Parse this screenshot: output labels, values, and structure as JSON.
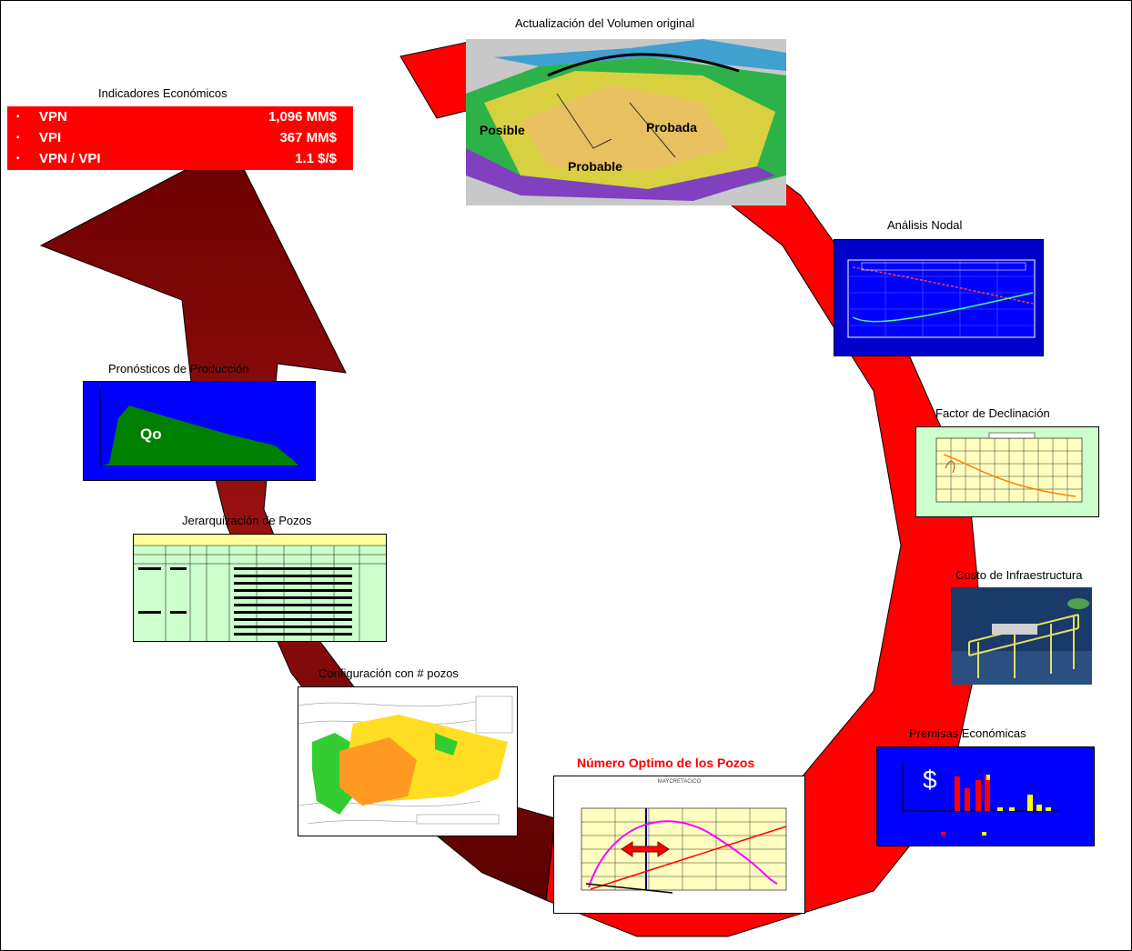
{
  "captions": {
    "volumen": "Actualización del Volumen original",
    "indicadores": "Indicadores Económicos",
    "nodal": "Análisis Nodal",
    "declinacion": "Factor de Declinación",
    "costo": "Costo de Infraestructura",
    "premisas": "Premisas Económicas",
    "optimo": "Número  Optimo de los Pozos",
    "configuracion": "Configuración con # pozos",
    "jerarquizacion": "Jerarquización  de  Pozos",
    "pronosticos": "Pronósticos de Producción"
  },
  "indicadores": [
    {
      "bullet": "▪",
      "label": "VPN",
      "value": "1,096 MM$"
    },
    {
      "bullet": "▪",
      "label": "VPI",
      "value": "367 MM$"
    },
    {
      "bullet": "▪",
      "label": "VPN / VPI",
      "value": "1.1  $/$"
    }
  ],
  "volumen_labels": {
    "posible": "Posible",
    "probada": "Probada",
    "probable": "Probable"
  },
  "pronostico_label": "Qo",
  "premisas_symbol": "$",
  "optimo_subtitle": "MAYCRETACICO",
  "colors": {
    "arrow_red": "#ff0000",
    "arrow_dark": "#8b0000",
    "panel_blue": "#0000ff",
    "panel_green": "#ccffcc",
    "econ_red": "#ff0000"
  }
}
